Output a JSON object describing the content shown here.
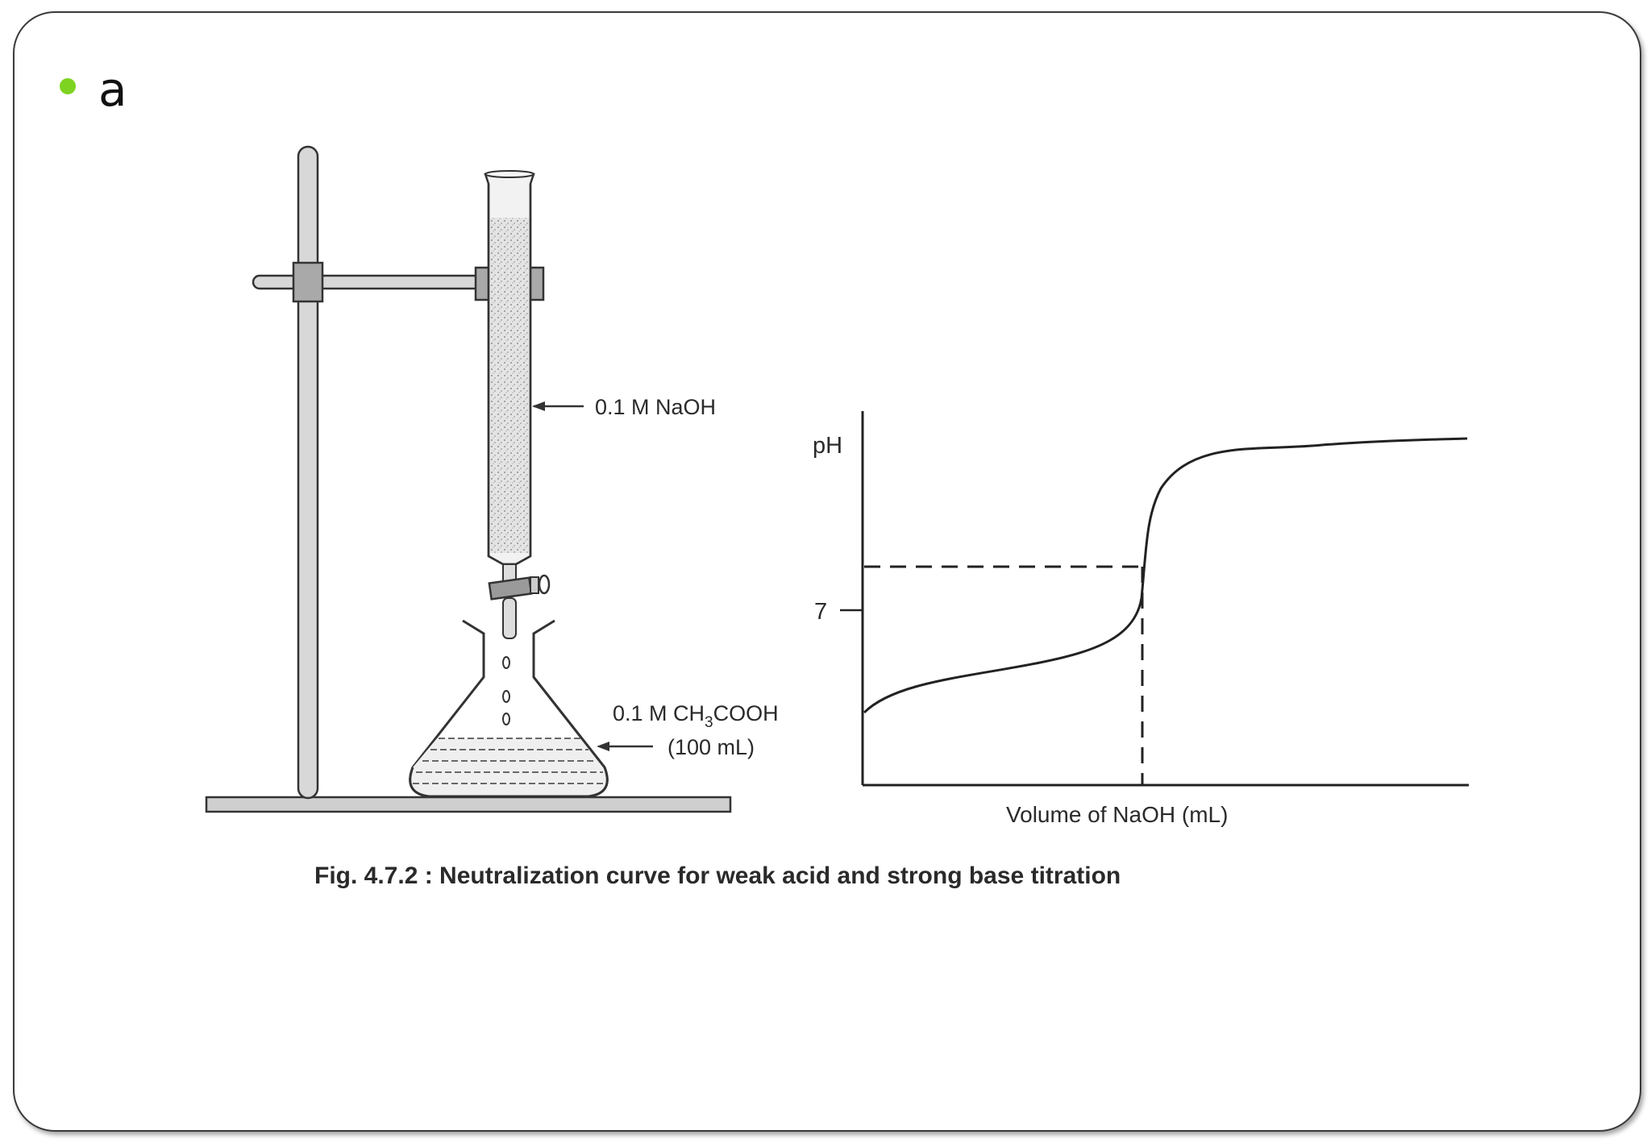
{
  "bullet": {
    "text": "a"
  },
  "apparatus": {
    "burette_label": "0.1 M NaOH",
    "flask_label_prefix": "0.1 M CH",
    "flask_label_sub": "3",
    "flask_label_suffix": "COOH",
    "flask_volume": "(100 mL)"
  },
  "graph": {
    "y_label": "pH",
    "y_tick": "7",
    "x_label": "Volume of NaOH (mL)"
  },
  "caption": "Fig. 4.7.2 : Neutralization curve for weak acid and strong base titration",
  "colors": {
    "bullet": "#7ed321",
    "ink": "#2a2a2a"
  }
}
